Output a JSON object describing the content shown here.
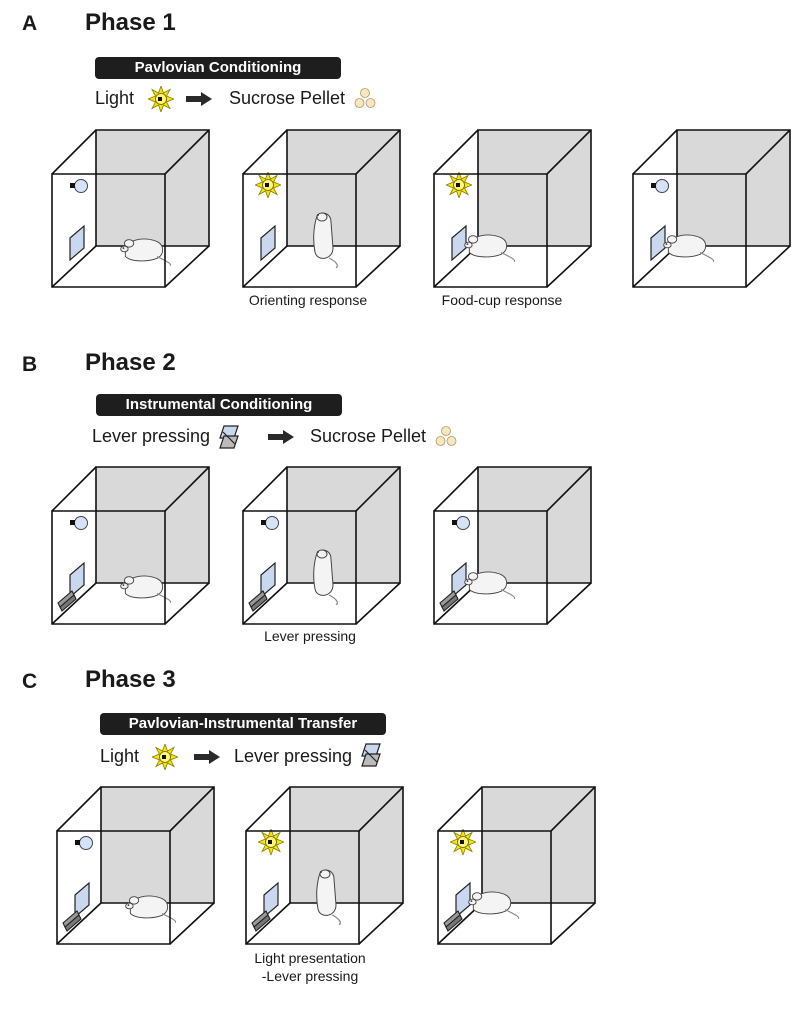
{
  "phases": [
    {
      "letter": "A",
      "title": "Phase 1",
      "banner": "Pavlovian Conditioning",
      "stimulus": "Light",
      "outcome": "Sucrose Pellet",
      "captions": [
        "Orienting response",
        "Food-cup response"
      ]
    },
    {
      "letter": "B",
      "title": "Phase 2",
      "banner": "Instrumental Conditioning",
      "stimulus": "Lever pressing",
      "outcome": "Sucrose Pellet",
      "captions": [
        "Lever pressing"
      ]
    },
    {
      "letter": "C",
      "title": "Phase 3",
      "banner": "Pavlovian-Instrumental Transfer",
      "stimulus": "Light",
      "outcome": "Lever pressing",
      "captions": [
        "Light presentation",
        "-Lever pressing"
      ]
    }
  ],
  "colors": {
    "light": "#f5e600",
    "back_wall": "#d9d9d9",
    "panel_blue": "#c9d8ee",
    "banner": "#1e1e1e"
  },
  "icons": [
    "light-bulb-icon",
    "arrow-icon",
    "sucrose-pellet-icon",
    "lever-icon",
    "rat-icon"
  ]
}
